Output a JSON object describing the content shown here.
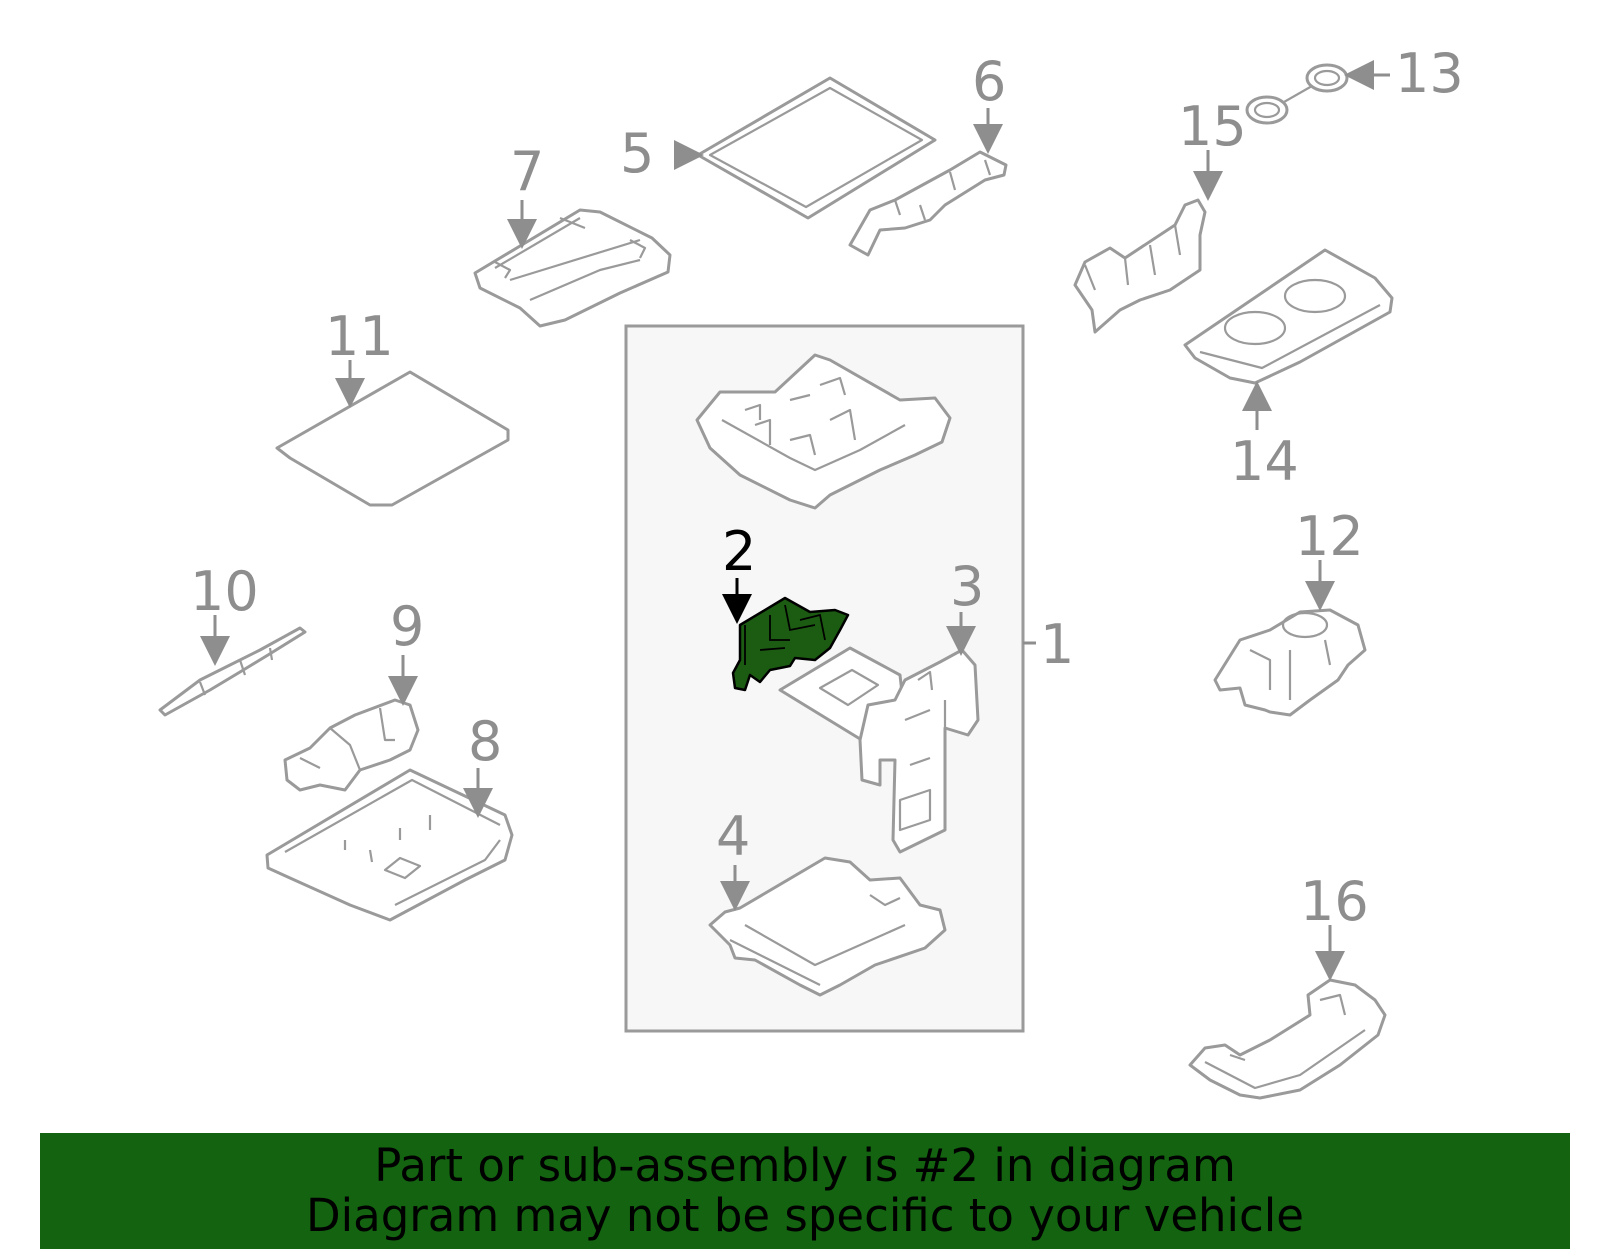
{
  "diagram": {
    "callouts": {
      "c1": "1",
      "c2": "2",
      "c3": "3",
      "c4": "4",
      "c5": "5",
      "c6": "6",
      "c7": "7",
      "c8": "8",
      "c9": "9",
      "c10": "10",
      "c11": "11",
      "c12": "12",
      "c13": "13",
      "c14": "14",
      "c15": "15",
      "c16": "16"
    },
    "highlighted_part": "2",
    "colors": {
      "highlight": "#1c5c12",
      "banner": "#136310",
      "outline": "#9a9a9a",
      "callout_text": "#8e8e8e",
      "group_box_fill": "#f7f7f7"
    }
  },
  "banner": {
    "line1": "Part or sub-assembly is #2 in diagram",
    "line2": "Diagram may not be specific to your vehicle"
  }
}
